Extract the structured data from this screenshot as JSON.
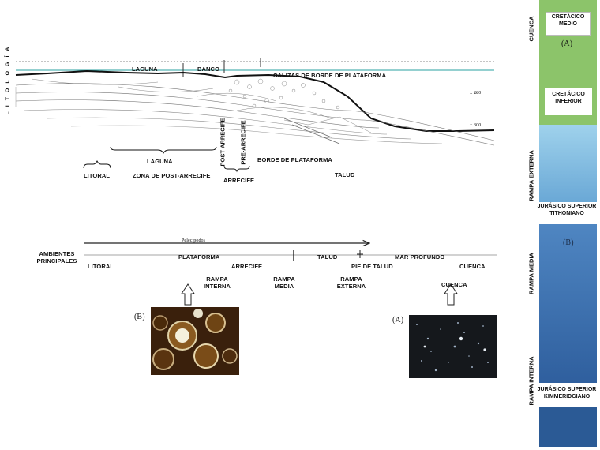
{
  "profile": {
    "vertical_title": "LITOLOGÍA",
    "top_labels": [
      "LAGUNA",
      "BANCO",
      "CALIZAS DE BORDE DE PLATAFORMA"
    ],
    "depth_marks": [
      "± 200",
      "± 300"
    ],
    "post_arrecife": "POST-ARRECIFE",
    "pre_arrecife": "PRE-ARRECIFE",
    "laguna": "LAGUNA",
    "zona": "ZONA DE POST-ARRECIFE",
    "borde": "BORDE DE PLATAFORMA",
    "litoral": "LITORAL",
    "arrecife": "ARRECIFE",
    "talud": "TALUD"
  },
  "environments": {
    "header": "AMBIENTES PRINCIPALES",
    "arrow_label": "Pelecipodos",
    "labels": [
      "LITORAL",
      "PLATAFORMA",
      "ARRECIFE",
      "TALUD",
      "PIE DE TALUD",
      "MAR PROFUNDO",
      "CUENCA"
    ],
    "ramps": [
      "RAMPA INTERNA",
      "RAMPA MEDIA",
      "RAMPA EXTERNA",
      "CUENCA"
    ],
    "photo_b_label": "(B)",
    "photo_a_label": "(A)"
  },
  "column": {
    "side_labels": [
      "CUENCA",
      "RAMPA EXTERNA",
      "RAMPA MEDIA",
      "RAMPA INTERNA"
    ],
    "box_cretacico_medio": "CRETÁCICO MEDIO",
    "marker_a": "(A)",
    "box_cretacico_inferior": "CRETÁCICO INFERIOR",
    "box_tithoniano": "JURÁSICO SUPERIOR TITHONIANO",
    "marker_b": "(B)",
    "box_kimmeridgiano": "JURÁSICO SUPERIOR KIMMERIDGIANO",
    "colors": {
      "green": "#8cc46a",
      "light_blue": "#8fc8e6",
      "mid_blue": "#3f78b8",
      "dark_blue": "#2b5a95"
    }
  }
}
